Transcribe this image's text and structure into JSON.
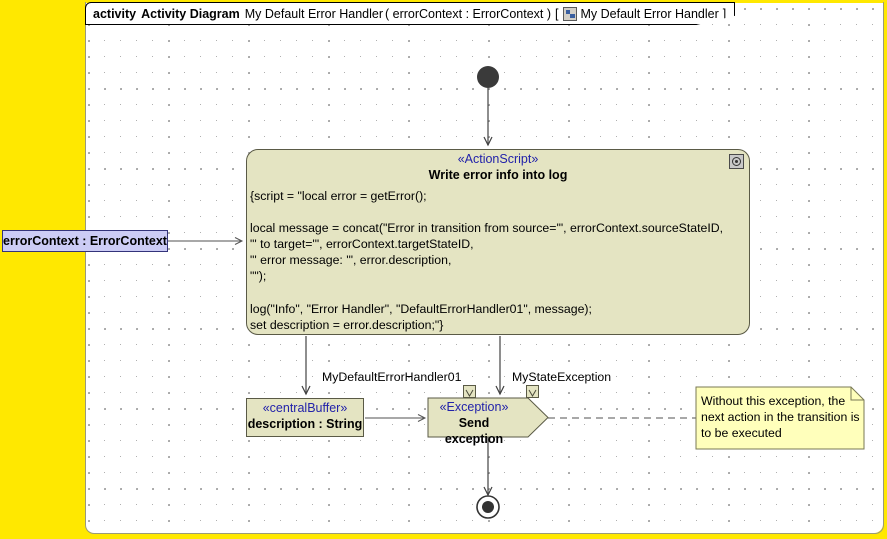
{
  "frame": {
    "keyword": "activity",
    "type": "Activity Diagram",
    "name": "My Default Error Handler",
    "parameters": "( errorContext : ErrorContext )",
    "bracket_open": "[",
    "icon": "activity-diagram-icon",
    "owner": "My Default Error Handler",
    "bracket_close": "]"
  },
  "nodes": {
    "initial": {
      "name": "initial-node"
    },
    "action": {
      "stereotype": "«ActionScript»",
      "name": "Write error info into log",
      "badge": "opaque-behavior-icon",
      "script": "{script = \"local error = getError();\n\nlocal message = concat(\"Error in transition from source=\"', errorContext.sourceStateID,\n\"' to target=\"', errorContext.targetStateID,\n\"' error message: \"', error.description,\n\"\");\n\nlog(\"Info\", \"Error Handler\", \"DefaultErrorHandler01\", message);\nset description = error.description;\"}",
      "script_lines": [
        "{script = \"local error = getError();",
        "",
        "local message = concat(\"Error in transition from source='\", errorContext.sourceStateID,",
        "\"' to target='\", errorContext.targetStateID,",
        "\"' error message: '\", error.description,",
        "\"\");",
        "",
        "log(\"Info\", \"Error Handler\", \"DefaultErrorHandler01\", message);",
        "set description = error.description;\"}"
      ]
    },
    "parameter": {
      "label": "errorContext : ErrorContext"
    },
    "central_buffer": {
      "stereotype": "«centralBuffer»",
      "name": "description : String"
    },
    "exception": {
      "stereotype": "«Exception»",
      "name": "Send exception"
    },
    "final": {
      "name": "activity-final-node"
    },
    "note": {
      "lines": [
        "Without this exception, the",
        "next action in the transition is",
        "to be executed"
      ]
    }
  },
  "pins": [
    {
      "label": "MyDefaultErrorHandler01"
    },
    {
      "label": "MyStateException"
    }
  ],
  "colors": {
    "selection_band": "#ffe800",
    "node_fill": "#e4e4c2",
    "node_border": "#5a5a46",
    "parameter_fill": "#ccccf5",
    "parameter_border": "#33337a",
    "note_fill": "#ffffbb",
    "stereotype_text": "#2222aa",
    "canvas": "#ffffff"
  }
}
